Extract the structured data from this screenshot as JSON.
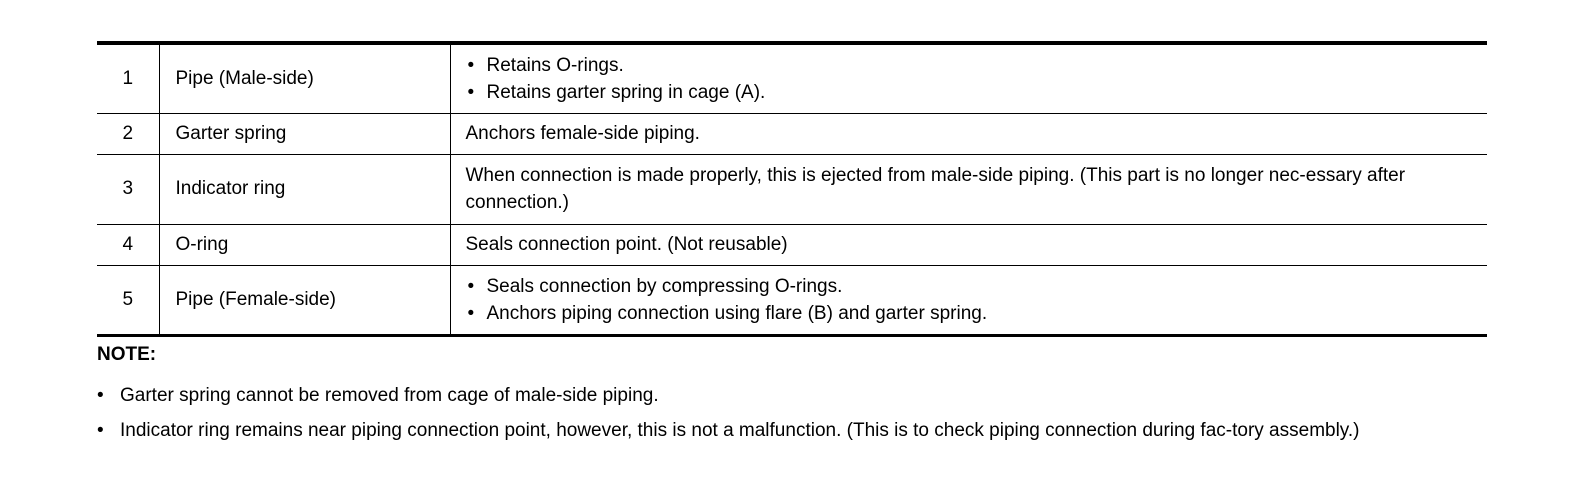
{
  "parts_table": {
    "rows": [
      {
        "number": "1",
        "name": "Pipe (Male-side)",
        "functions": [
          "Retains O-rings.",
          "Retains garter spring in cage (A)."
        ]
      },
      {
        "number": "2",
        "name": "Garter spring",
        "function_text": "Anchors female-side piping."
      },
      {
        "number": "3",
        "name": "Indicator ring",
        "function_text": "When connection is made properly, this is ejected from male-side piping. (This part is no longer nec-essary after connection.)"
      },
      {
        "number": "4",
        "name": "O-ring",
        "function_text": "Seals connection point. (Not reusable)"
      },
      {
        "number": "5",
        "name": "Pipe (Female-side)",
        "functions": [
          "Seals connection by compressing O-rings.",
          "Anchors piping connection using flare (B) and garter spring."
        ]
      }
    ]
  },
  "note": {
    "heading": "NOTE:",
    "items": [
      "Garter spring cannot be removed from cage of male-side piping.",
      "Indicator ring remains near piping connection point, however, this is not a malfunction. (This is to check piping connection during fac-tory assembly.)"
    ]
  }
}
